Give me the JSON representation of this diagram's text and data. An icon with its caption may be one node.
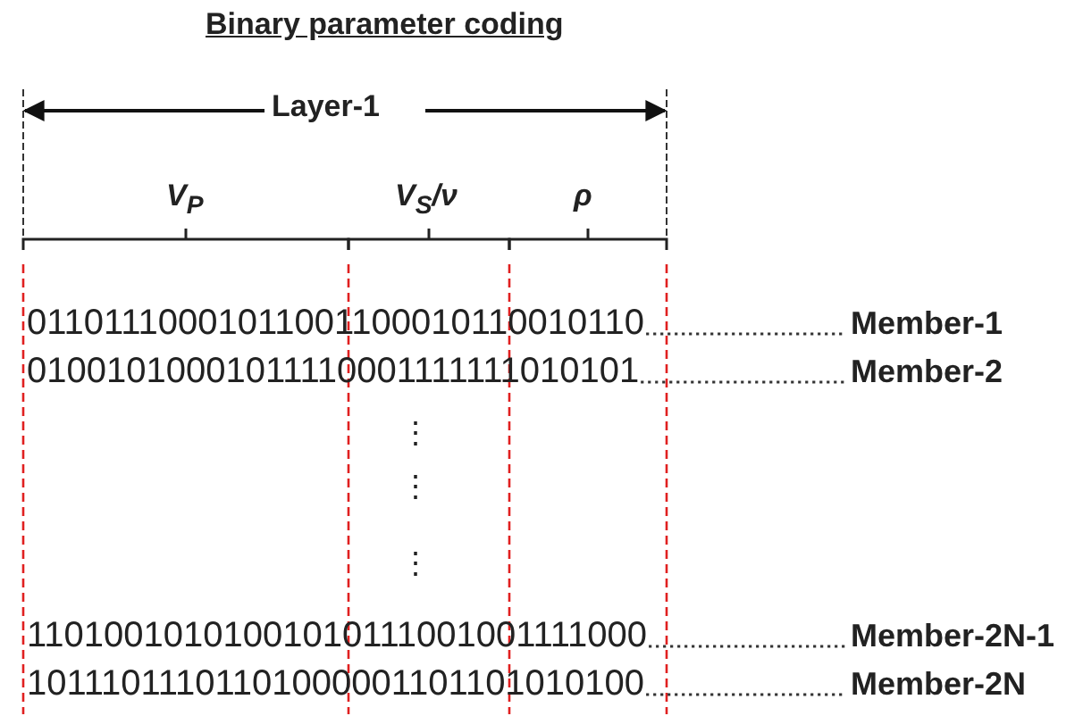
{
  "diagram": {
    "title": "Binary parameter coding",
    "nodes": [
      {
        "text": [
          "01101110001011001100010110010110"
        ]
      },
      {
        "text": [
          "01001010001011110001111111010101"
        ]
      },
      {
        "text": [
          "11010010101001010111001001111000"
        ]
      },
      {
        "text": [
          "10111011101101000001101101010100"
        ]
      },
      {
        "text": [
          "Member-1"
        ]
      },
      {
        "text": [
          "Member-2"
        ]
      },
      {
        "text": [
          "Member-2N-1"
        ]
      },
      {
        "text": [
          "Member-2N"
        ]
      }
    ],
    "edges": [
      {
        "from": 0,
        "to": 4,
        "arrow": "none",
        "style": "dashed"
      },
      {
        "from": 1,
        "to": 5,
        "arrow": "none",
        "style": "dashed"
      },
      {
        "from": 2,
        "to": 6,
        "arrow": "none",
        "style": "dashed"
      },
      {
        "from": 3,
        "to": 7,
        "arrow": "none",
        "style": "dashed"
      }
    ],
    "labels": [
      "Layer-1",
      "V$_{P}$",
      "V$_{S}$/ν",
      "ρ",
      "⋮",
      "⋮",
      "⋮"
    ]
  }
}
